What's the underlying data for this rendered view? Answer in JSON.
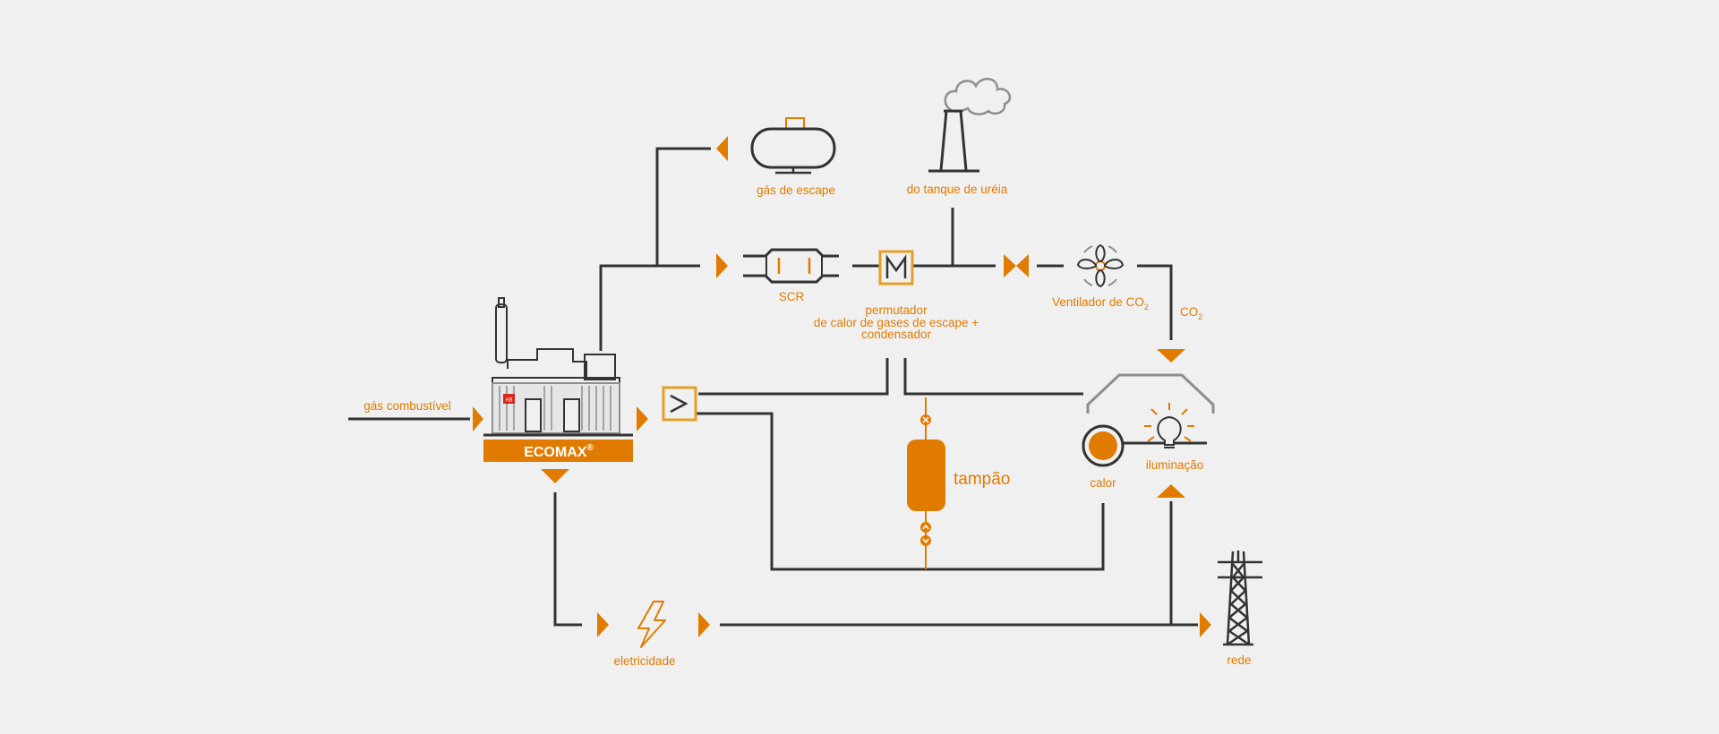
{
  "labels": {
    "fuel_gas": "gás combustível",
    "exhaust_gas": "gás de escape",
    "urea_tank": "do tanque de uréia",
    "scr": "SCR",
    "exchanger_line1": "permutador",
    "exchanger_line2": "de calor de gases de escape +",
    "exchanger_line3": "condensador",
    "co2_fan_prefix": "Ventilador de CO",
    "co2_prefix": "CO",
    "subscript_2": "2",
    "buffer": "tampão",
    "heat": "calor",
    "lighting": "iluminação",
    "electricity": "eletricidade",
    "grid": "rede"
  },
  "unit": {
    "brand": "ECOMAX",
    "mark": "®",
    "logo_text": "AB"
  },
  "colors": {
    "accent": "#e07b00",
    "line": "#333333",
    "line_light": "#8e8e8e",
    "background": "#f0f0f0"
  }
}
